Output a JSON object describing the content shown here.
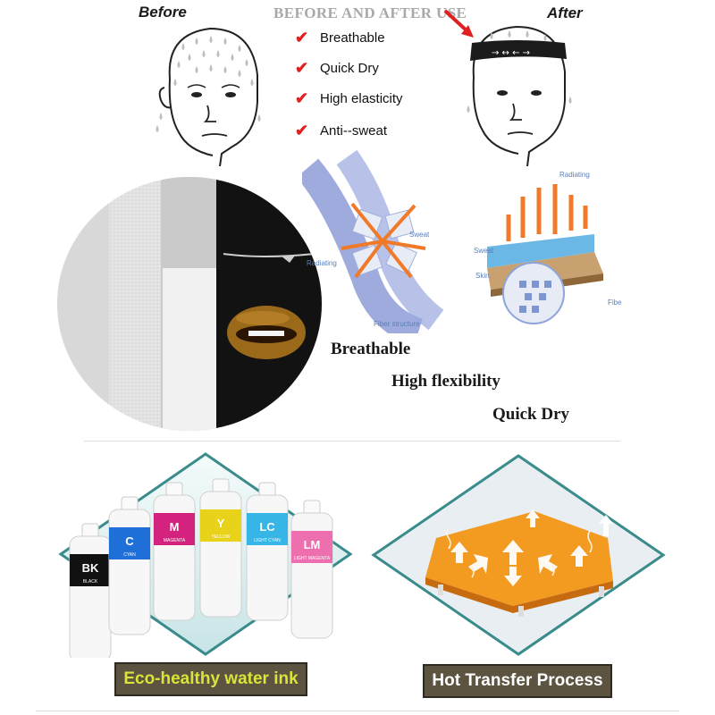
{
  "top": {
    "before_label": "Before",
    "after_label": "After",
    "title": "BEFORE AND AFTER USE",
    "features": [
      "Breathable",
      "Quick Dry",
      "High elasticity",
      "Anti--sweat"
    ]
  },
  "diagram": {
    "labels": {
      "sweat_left": "Sweat",
      "radiating_left": "Radiating",
      "fiber_structure": "Fiber structure",
      "radiating_right": "Radiating",
      "sweat_right": "Sweat",
      "skin": "Skin",
      "fiber_right": "Fibe"
    }
  },
  "mid_words": [
    "Breathable",
    "High flexibility",
    "Quick Dry"
  ],
  "bottles": [
    {
      "code": "BK",
      "name": "BLACK",
      "color": "#111111"
    },
    {
      "code": "C",
      "name": "CYAN",
      "color": "#1e6fd8"
    },
    {
      "code": "M",
      "name": "MAGENTA",
      "color": "#d3237f"
    },
    {
      "code": "Y",
      "name": "YELLOW",
      "color": "#e8d21a"
    },
    {
      "code": "LC",
      "name": "LIGHT CYAN",
      "color": "#37b5e6"
    },
    {
      "code": "LM",
      "name": "LIGHT MAGENTA",
      "color": "#ee6fb0"
    }
  ],
  "bottom": {
    "eco_label": "Eco-healthy water ink",
    "hot_label": "Hot Transfer Process"
  },
  "colors": {
    "check": "#e02020",
    "arrow": "#f07a2a",
    "banner_bg": "#5c5340",
    "eco_text": "#d9e33a",
    "diamond_border": "#3a8c8c"
  }
}
